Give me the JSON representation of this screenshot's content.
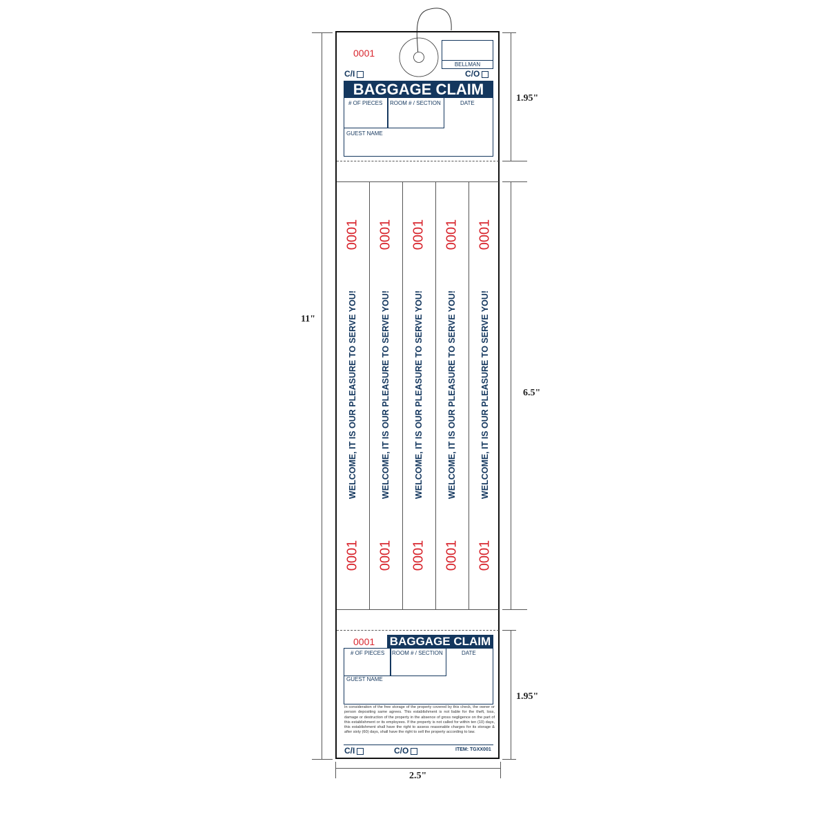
{
  "dimensions": {
    "height": "11\"",
    "width": "2.5\"",
    "top_section": "1.95\"",
    "middle_section": "6.5\"",
    "bottom_section": "1.95\""
  },
  "top": {
    "number": "0001",
    "bellman": "BELLMAN",
    "checkin": "C/I",
    "checkout": "C/O",
    "title": "BAGGAGE CLAIM",
    "pieces": "# OF PIECES",
    "room": "ROOM # / SECTION",
    "date": "DATE",
    "guest": "GUEST NAME"
  },
  "strips": [
    {
      "number": "0001",
      "message": "WELCOME, IT IS OUR PLEASURE TO SERVE YOU!"
    },
    {
      "number": "0001",
      "message": "WELCOME, IT IS OUR PLEASURE TO SERVE YOU!"
    },
    {
      "number": "0001",
      "message": "WELCOME, IT IS OUR PLEASURE TO SERVE YOU!"
    },
    {
      "number": "0001",
      "message": "WELCOME, IT IS OUR PLEASURE TO SERVE YOU!"
    },
    {
      "number": "0001",
      "message": "WELCOME, IT IS OUR PLEASURE TO SERVE YOU!"
    }
  ],
  "bottom": {
    "number": "0001",
    "title": "BAGGAGE CLAIM",
    "pieces": "# OF PIECES",
    "room": "ROOM # / SECTION",
    "date": "DATE",
    "guest": "GUEST NAME",
    "disclaimer": "In consideration of the free storage of the property covered by this check, the owner or person depositing same agrees. This establishment is not liable for the theft, loss, damage or destruction of the property in the absence of gross negligence on the part of this establishment or its employees. If the property is not called for within ten (10) days, this establishment shall have the right to assess reasonable charges for its storage & after sixty (60) days, shall have the right to sell the property according to law.",
    "checkin": "C/I",
    "checkout": "C/O",
    "item": "ITEM: TGXX001"
  },
  "colors": {
    "navy": "#14375e",
    "red": "#d8262e"
  }
}
